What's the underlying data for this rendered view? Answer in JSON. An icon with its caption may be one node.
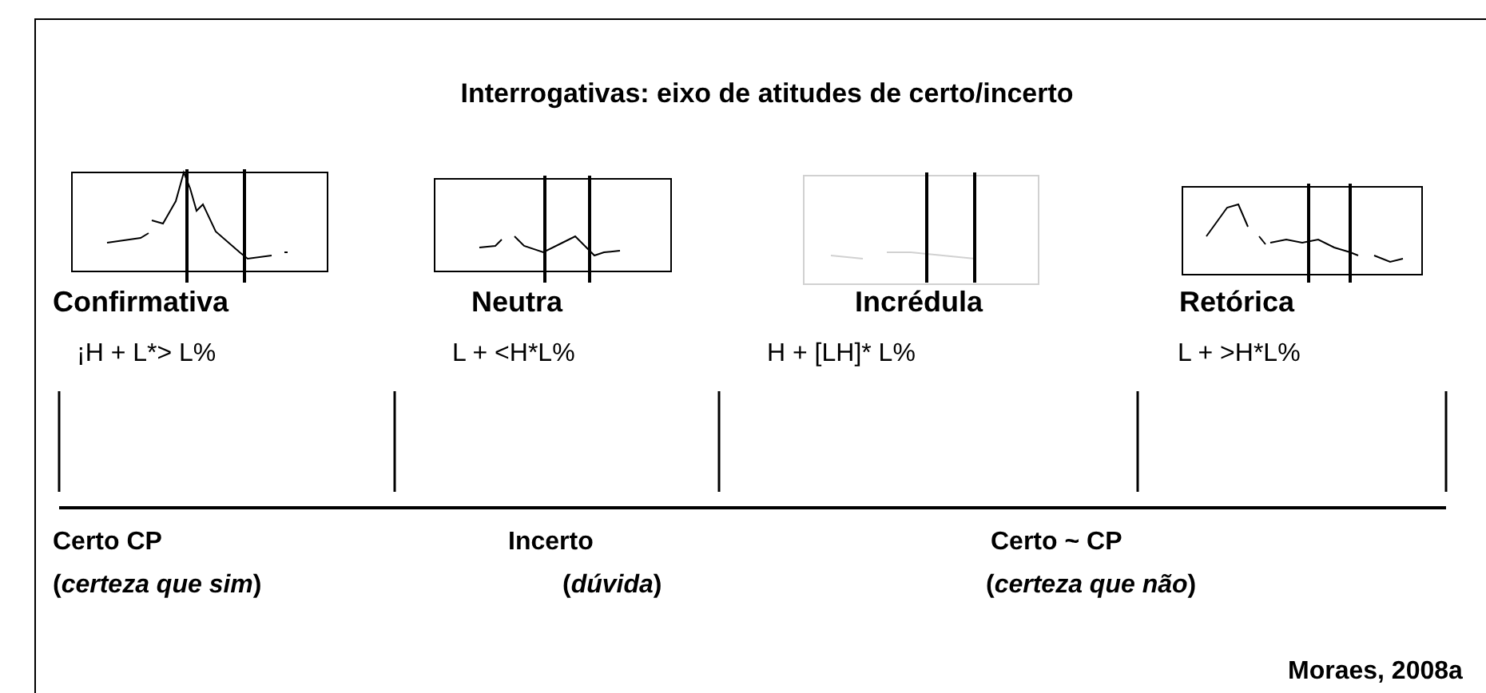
{
  "diagram": {
    "title": "Interrogativas: eixo de atitudes de certo/incerto",
    "labels": [
      "Confirmativa",
      "Neutra",
      "Incrédula",
      "Retórica",
      "¡H + L*> L%",
      "L + <H*L%",
      "H + [LH]* L%",
      "L + >H*L%",
      "Certo CP",
      "Incerto",
      "Certo ~ CP",
      "(*certeza que sim*)",
      "(*dúvida*)",
      "(*certeza que não*)",
      "Moraes, 2008a"
    ]
  }
}
